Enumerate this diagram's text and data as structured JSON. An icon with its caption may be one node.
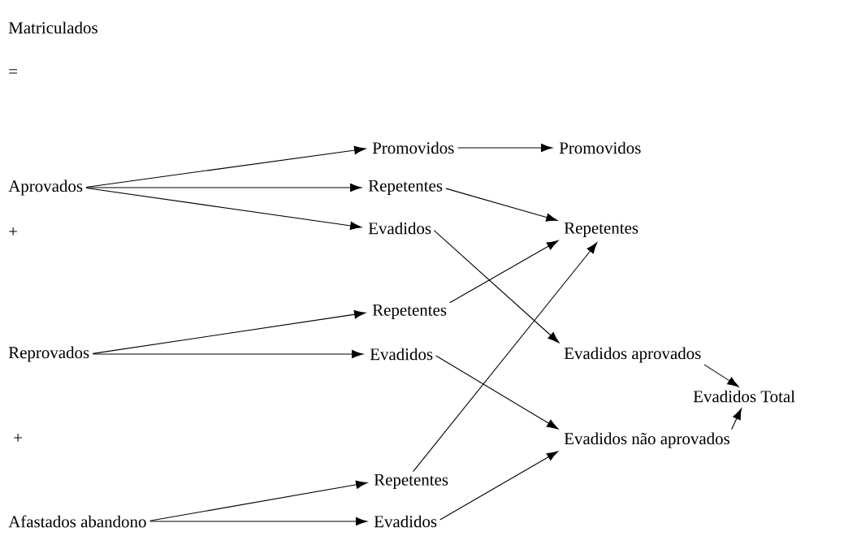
{
  "diagram": {
    "nodes": [
      {
        "text": [
          "Matriculados"
        ]
      },
      {
        "text": [
          "Aprovados"
        ]
      },
      {
        "text": [
          "Promovidos"
        ]
      },
      {
        "text": [
          "Promovidos"
        ]
      },
      {
        "text": [
          "Repetentes"
        ]
      },
      {
        "text": [
          "Evadidos"
        ]
      },
      {
        "text": [
          "Repetentes"
        ]
      },
      {
        "text": [
          "Repetentes"
        ]
      },
      {
        "text": [
          "Reprovados"
        ]
      },
      {
        "text": [
          "Evadidos"
        ]
      },
      {
        "text": [
          "Evadidos aprovados"
        ]
      },
      {
        "text": [
          "Evadidos Total"
        ]
      },
      {
        "text": [
          "Evadidos não aprovados"
        ]
      },
      {
        "text": [
          "Repetentes"
        ]
      },
      {
        "text": [
          "Afastados abandono"
        ]
      },
      {
        "text": [
          "Evadidos"
        ]
      }
    ],
    "edges": [
      {
        "from": 1,
        "to": 2,
        "arrow": "to"
      },
      {
        "from": 1,
        "to": 4,
        "arrow": "to"
      },
      {
        "from": 1,
        "to": 5,
        "arrow": "to"
      },
      {
        "from": 2,
        "to": 3,
        "arrow": "to"
      },
      {
        "from": 4,
        "to": 6,
        "arrow": "to"
      },
      {
        "from": 5,
        "to": 10,
        "arrow": "to"
      },
      {
        "from": 7,
        "to": 6,
        "arrow": "to"
      },
      {
        "from": 8,
        "to": 7,
        "arrow": "to"
      },
      {
        "from": 8,
        "to": 9,
        "arrow": "to"
      },
      {
        "from": 9,
        "to": 12,
        "arrow": "to"
      },
      {
        "from": 13,
        "to": 6,
        "arrow": "to"
      },
      {
        "from": 14,
        "to": 13,
        "arrow": "to"
      },
      {
        "from": 14,
        "to": 15,
        "arrow": "to"
      },
      {
        "from": 15,
        "to": 12,
        "arrow": "to"
      },
      {
        "from": 10,
        "to": 11,
        "arrow": "to"
      },
      {
        "from": 12,
        "to": 11,
        "arrow": "to"
      }
    ],
    "labels": [
      "=",
      "+",
      "+"
    ]
  }
}
